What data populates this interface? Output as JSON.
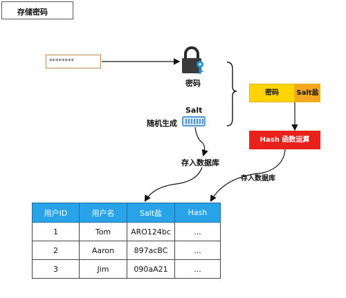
{
  "title": "存储密码",
  "password_input": {
    "value": "********"
  },
  "labels": {
    "password": "密码",
    "salt": "Salt",
    "random_gen": "随机生成",
    "store_db_left": "存入数据库",
    "store_db_right": "存入数据库"
  },
  "concat": {
    "password": "密码",
    "salt": "Salt盐"
  },
  "hash_box": "Hash 函数运算",
  "table": {
    "headers": [
      "用户ID",
      "用户名",
      "Salt盐",
      "Hash"
    ],
    "rows": [
      [
        "1",
        "Tom",
        "ARO124bc",
        "..."
      ],
      [
        "2",
        "Aaron",
        "897acBC",
        "..."
      ],
      [
        "3",
        "Jim",
        "090aA21",
        "..."
      ]
    ]
  },
  "colors": {
    "header_blue": "#29a3e8",
    "password_yellow": "#ffd400",
    "salt_orange": "#f5a623",
    "hash_red": "#e8211b"
  },
  "icons": [
    "lock-icon",
    "key-icon",
    "salt-chip-icon"
  ]
}
